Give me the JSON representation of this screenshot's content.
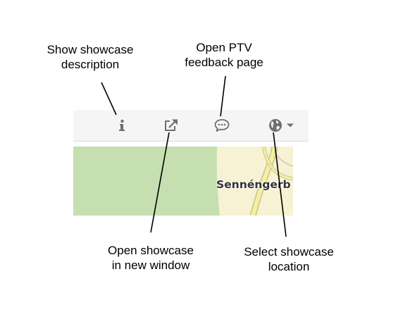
{
  "callouts": {
    "info": {
      "line1": "Show showcase",
      "line2": "description"
    },
    "feedback": {
      "line1": "Open PTV",
      "line2": "feedback page"
    },
    "new_window": {
      "line1": "Open showcase",
      "line2": "in new window"
    },
    "location": {
      "line1": "Select showcase",
      "line2": "location"
    }
  },
  "toolbar": {
    "icons": [
      "info-icon",
      "external-link-icon",
      "speech-bubble-icon",
      "globe-icon",
      "caret-down-icon"
    ],
    "icon_color": "#6f6f6f"
  },
  "map": {
    "place_label": "Sennéngerb",
    "colors": {
      "park": "#c6dfb0",
      "urban": "#f7f2d4",
      "road": "#f3f0a2",
      "road_outline": "#c9c28e"
    }
  }
}
